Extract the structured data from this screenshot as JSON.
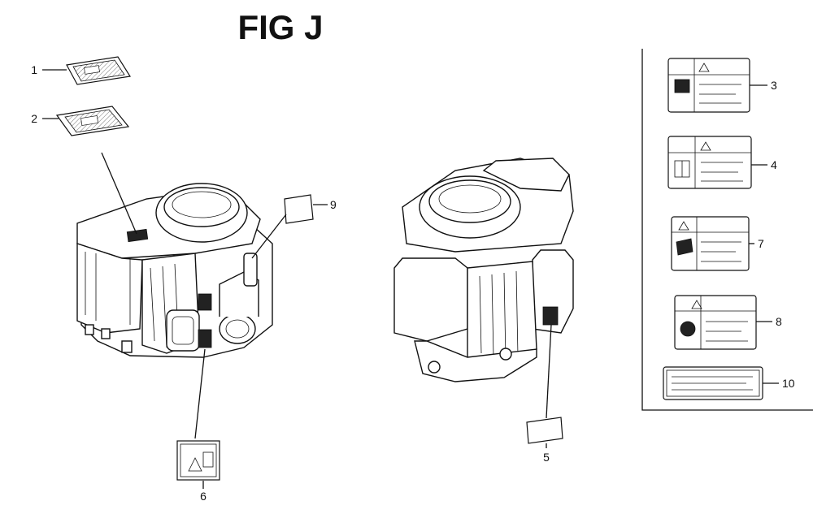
{
  "figure": {
    "title": "FIG J",
    "colors": {
      "line": "#111111",
      "background": "#ffffff",
      "decal_fill": "#222222"
    }
  },
  "callouts": [
    {
      "id": "1",
      "text": "1"
    },
    {
      "id": "2",
      "text": "2"
    },
    {
      "id": "3",
      "text": "3"
    },
    {
      "id": "4",
      "text": "4"
    },
    {
      "id": "5",
      "text": "5"
    },
    {
      "id": "6",
      "text": "6"
    },
    {
      "id": "7",
      "text": "7"
    },
    {
      "id": "8",
      "text": "8"
    },
    {
      "id": "9",
      "text": "9"
    },
    {
      "id": "10",
      "text": "10"
    }
  ]
}
